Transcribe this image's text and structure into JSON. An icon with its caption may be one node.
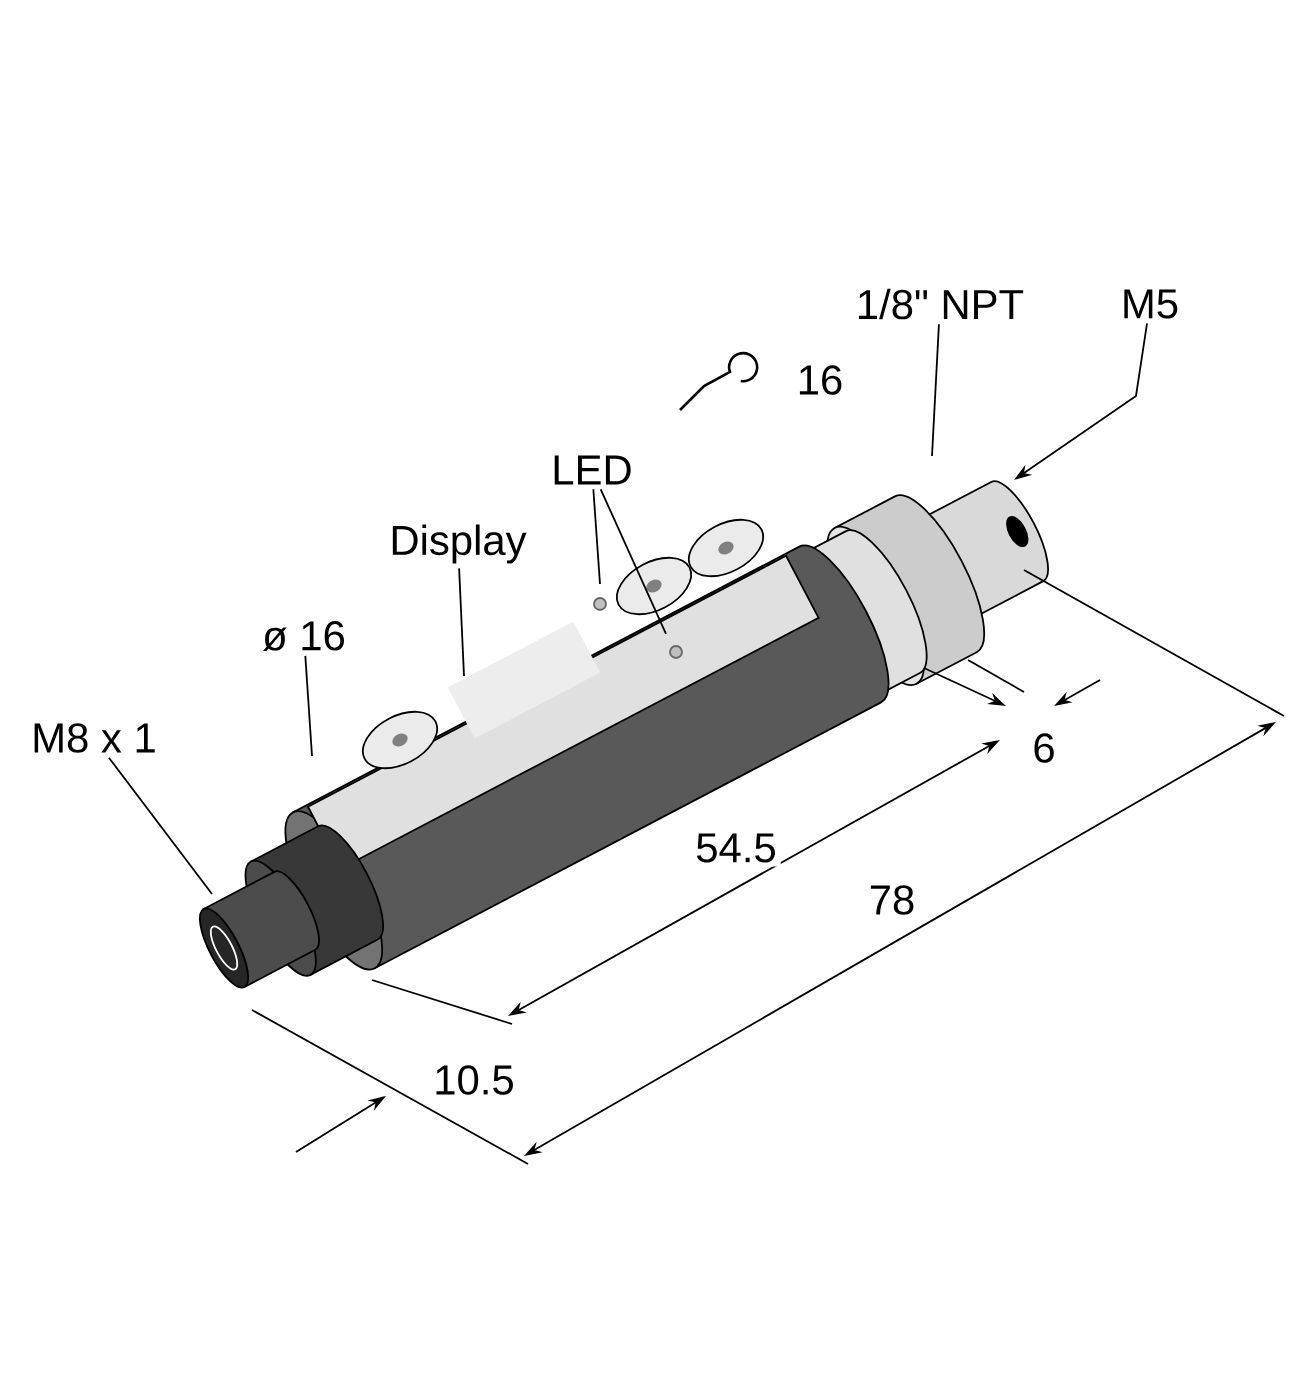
{
  "diagram": {
    "nodes": [
      {
        "text": [
          "1/8\" NPT"
        ]
      },
      {
        "text": [
          "M5"
        ]
      },
      {
        "text": [
          "LED"
        ]
      },
      {
        "text": [
          "Display"
        ]
      },
      {
        "text": [
          "ø 16"
        ]
      },
      {
        "text": [
          "M8 x 1"
        ]
      }
    ],
    "edges": [
      {
        "from": 0,
        "to": null,
        "arrow": "none"
      },
      {
        "from": 1,
        "to": null,
        "arrow": "to"
      },
      {
        "from": 2,
        "to": null,
        "arrow": "none"
      },
      {
        "from": 2,
        "to": null,
        "arrow": "none"
      },
      {
        "from": 3,
        "to": null,
        "arrow": "none"
      },
      {
        "from": 4,
        "to": null,
        "arrow": "none"
      },
      {
        "from": 5,
        "to": null,
        "arrow": "none"
      }
    ],
    "labels": [
      "16",
      "6",
      "54.5",
      "78",
      "10.5"
    ]
  }
}
